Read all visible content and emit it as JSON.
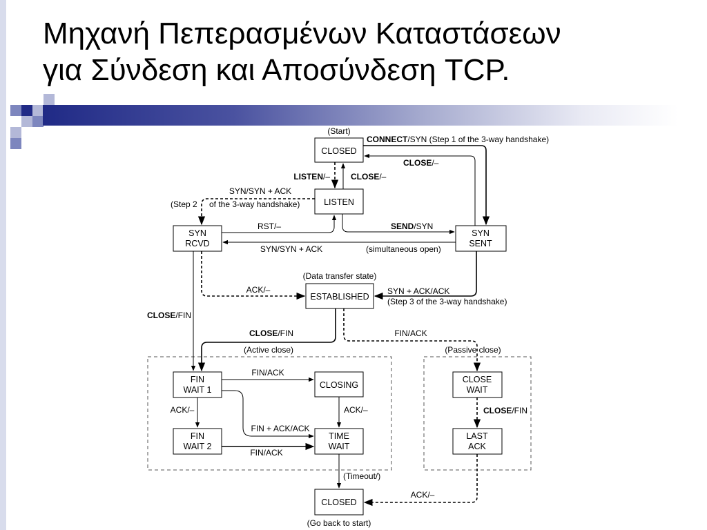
{
  "slide": {
    "title_line1": "Μηχανή Πεπερασμένων Καταστάσεων",
    "title_line2": "για Σύνδεση και Αποσύνδεση TCP."
  },
  "colors": {
    "title_text": "#000000",
    "accent_dark": "#202a86",
    "accent_mid": "#7d86be",
    "accent_light": "#b3b8d8",
    "diagram_stroke": "#000000"
  },
  "states": {
    "closed_top": [
      "CLOSED"
    ],
    "listen": [
      "LISTEN"
    ],
    "syn_rcvd": [
      "SYN",
      "RCVD"
    ],
    "syn_sent": [
      "SYN",
      "SENT"
    ],
    "established": [
      "ESTABLISHED"
    ],
    "fin_wait_1": [
      "FIN",
      "WAIT 1"
    ],
    "closing": [
      "CLOSING"
    ],
    "fin_wait_2": [
      "FIN",
      "WAIT 2"
    ],
    "time_wait": [
      "TIME",
      "WAIT"
    ],
    "close_wait": [
      "CLOSE",
      "WAIT"
    ],
    "last_ack": [
      "LAST",
      "ACK"
    ],
    "closed_bottom": [
      "CLOSED"
    ]
  },
  "annotations": {
    "start": "(Start)",
    "data_transfer_state": "(Data transfer state)",
    "active_close": "(Active close)",
    "passive_close": "(Passive close)",
    "timeout": "(Timeout/)",
    "go_back_to_start": "(Go back to start)",
    "step2": "(Step 2",
    "step2_cont": "of the 3-way handshake)",
    "simultaneous_open": "(simultaneous open)",
    "step3": "(Step 3 of the 3-way handshake)"
  },
  "transitions": {
    "connect_bold": "CONNECT",
    "connect_rest": "/SYN (Step 1 of the 3-way handshake)",
    "close_bold": "CLOSE",
    "close_rest": "/–",
    "listen_bold": "LISTEN",
    "listen_rest": "/–",
    "close2_bold": "CLOSE",
    "close2_rest": "/–",
    "syn_synack_top": "SYN/SYN + ACK",
    "rst": "RST/–",
    "send_bold": "SEND",
    "send_rest": "/SYN",
    "syn_synack_mid": "SYN/SYN + ACK",
    "ack_est": "ACK/–",
    "synack_ack": "SYN + ACK/ACK",
    "close_fin_left_bold": "CLOSE",
    "close_fin_left_rest": "/FIN",
    "close_fin_est_bold": "CLOSE",
    "close_fin_est_rest": "/FIN",
    "fin_ack_passive": "FIN/ACK",
    "fin_ack_closing": "FIN/ACK",
    "ack_fw2": "ACK/–",
    "fin_ack_ack": "FIN + ACK/ACK",
    "ack_tw": "ACK/–",
    "fin_ack_fw2": "FIN/ACK",
    "close_fin_lastack_bold": "CLOSE",
    "close_fin_lastack_rest": "/FIN",
    "ack_closed": "ACK/–"
  }
}
